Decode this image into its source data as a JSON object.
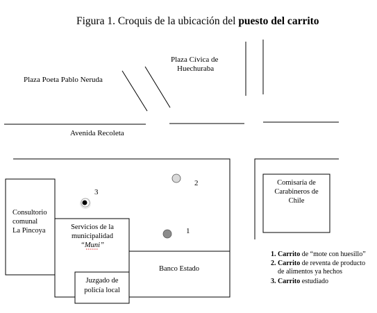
{
  "figure": {
    "title_prefix": "Figura 1. Croquis de la ubicación del ",
    "title_bold": "puesto del carrito"
  },
  "places": {
    "plaza_neruda": "Plaza Poeta Pablo Neruda",
    "plaza_civica_line1": "Plaza Cívica de",
    "plaza_civica_line2": "Huechuraba",
    "avenida": "Avenida Recoleta",
    "consultorio_line1": "Consultorio",
    "consultorio_line2": "comunal",
    "consultorio_line3": "La Pincoya",
    "servicios_line1": "Servicios de la",
    "servicios_line2": "municipalidad",
    "servicios_line3": "“Muni”",
    "juzgado_line1": "Juzgado de",
    "juzgado_line2": "policía local",
    "banco": "Banco Estado",
    "comisaria_line1": "Comisaría de",
    "comisaria_line2": "Carabineros de",
    "comisaria_line3": "Chile"
  },
  "markers": [
    {
      "number": "1",
      "color": "#8c8c8c",
      "style": "filled"
    },
    {
      "number": "2",
      "color": "#d9d9d9",
      "style": "filled"
    },
    {
      "number": "3",
      "color": "#000000",
      "style": "bullseye"
    }
  ],
  "legend": [
    {
      "number": "1.",
      "bold": "Carrito",
      "rest": " de “mote con huesillo”",
      "line2": ""
    },
    {
      "number": "2.",
      "bold": "Carrito",
      "rest": " de reventa de producto",
      "line2": "de alimentos ya hechos"
    },
    {
      "number": "3.",
      "bold": "Carrito",
      "rest": " estudiado",
      "line2": ""
    }
  ]
}
